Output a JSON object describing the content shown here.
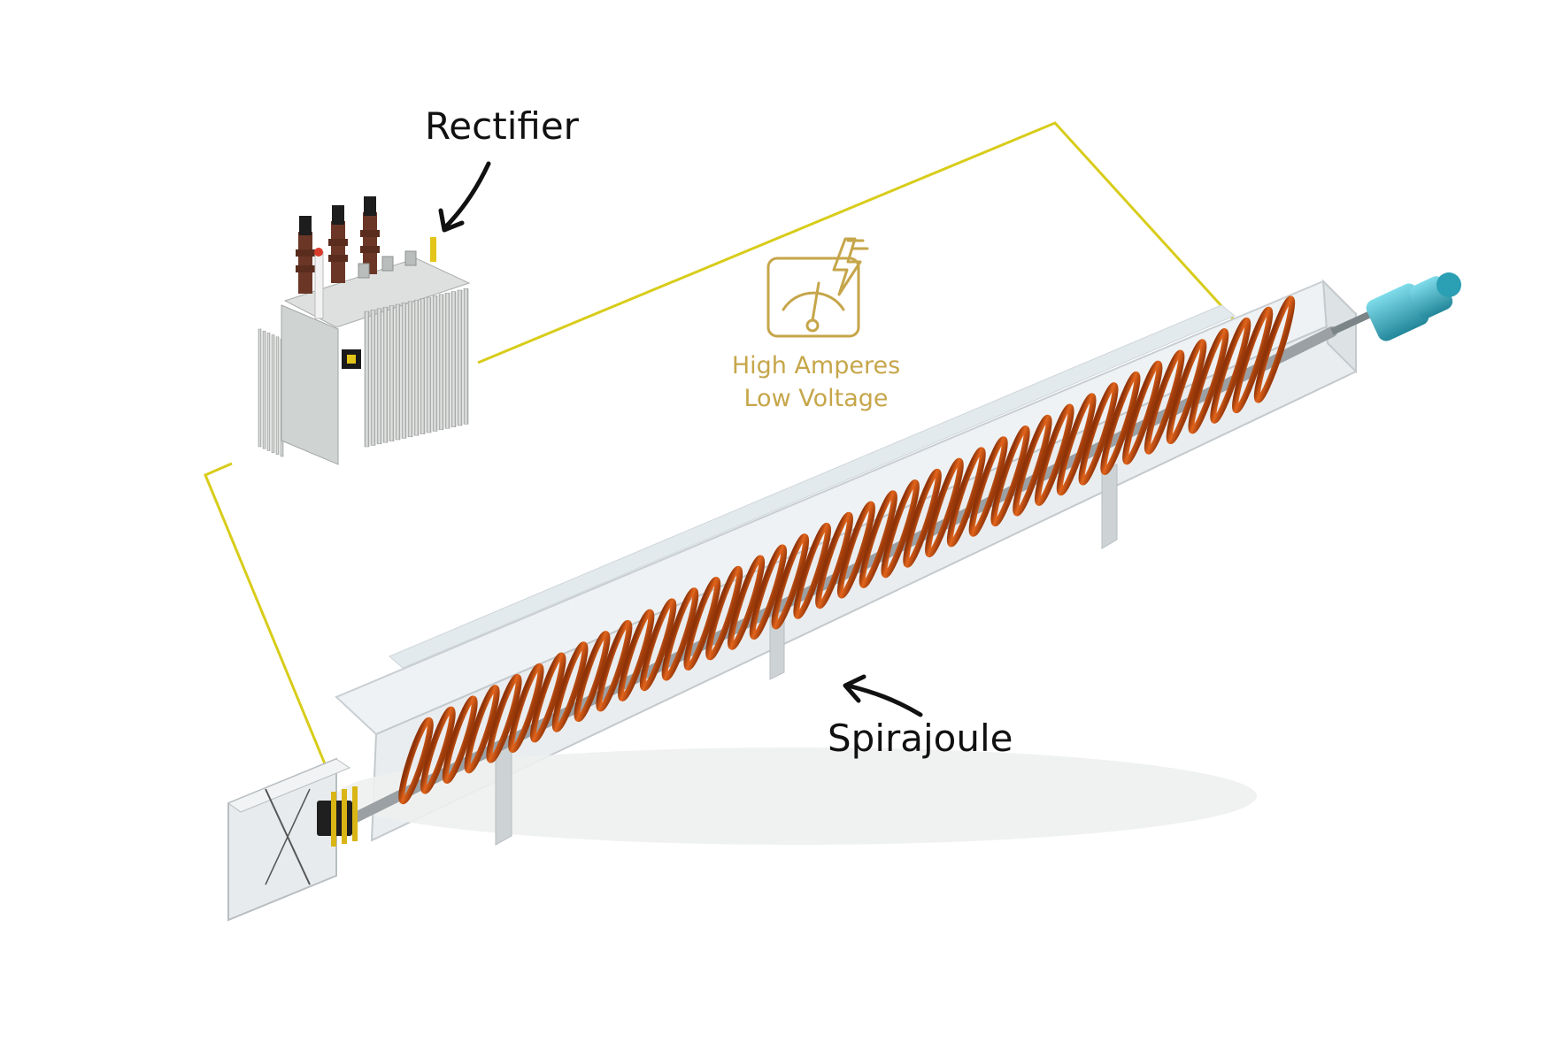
{
  "labels": {
    "rectifier": "Rectifier",
    "spirajoule": "Spirajoule",
    "info_line1": "High Amperes",
    "info_line2": "Low Voltage"
  },
  "icons": {
    "info": "electric-meter-icon",
    "arrows": "hand-drawn-arrow-icon"
  },
  "colors": {
    "wire": "#d8cc1a",
    "info": "#c6a64a",
    "coil": "#d35a14",
    "motor": "#3fb8cc",
    "label": "#111111"
  }
}
